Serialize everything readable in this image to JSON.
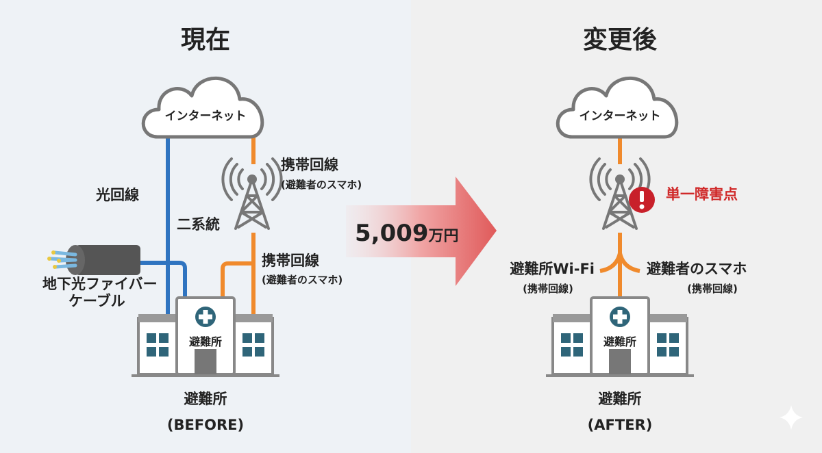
{
  "before": {
    "title": "現在",
    "cloud_label": "インターネット",
    "fiber_label": "光回線",
    "mobile_label_top": "携帯回線",
    "mobile_sub_top": "(避難者のスマホ)",
    "dual_label": "二系統",
    "mobile_label_bottom": "携帯回線",
    "mobile_sub_bottom": "(避難者のスマホ)",
    "cable_label_1": "地下光ファイバー",
    "cable_label_2": "ケーブル",
    "building_sign": "避難所",
    "caption": "避難所",
    "caption_sub": "(BEFORE)"
  },
  "arrow": {
    "amount": "5,009",
    "unit": "万円"
  },
  "after": {
    "title": "変更後",
    "cloud_label": "インターネット",
    "warning_label": "単一障害点",
    "wifi_label": "避難所Wi-Fi",
    "wifi_sub": "(携帯回線)",
    "phone_label": "避難者のスマホ",
    "phone_sub": "(携帯回線)",
    "building_sign": "避難所",
    "caption": "避難所",
    "caption_sub": "(AFTER)"
  },
  "colors": {
    "fiber": "#2f74c0",
    "mobile": "#f08a2c",
    "warning": "#c8202a",
    "building_accent": "#2f6579"
  }
}
